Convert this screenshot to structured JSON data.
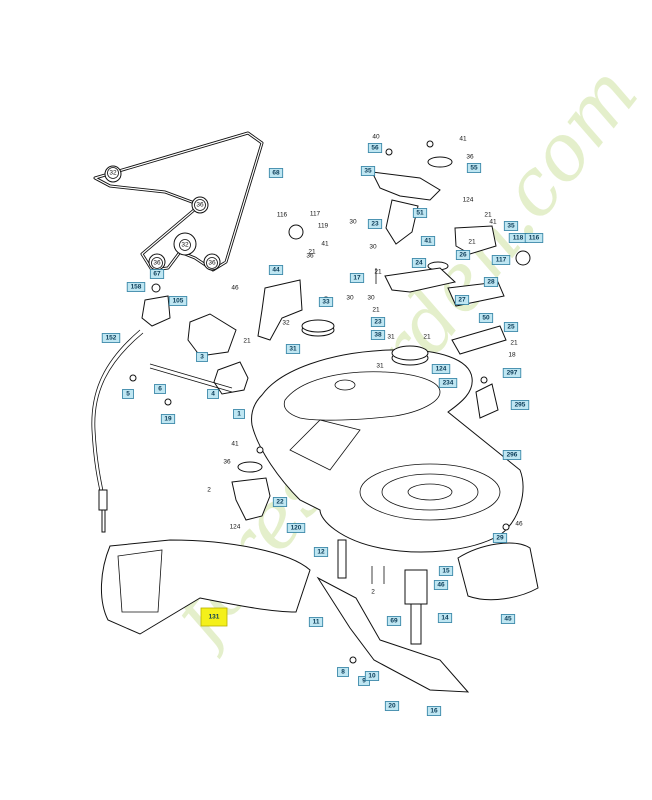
{
  "watermark": {
    "text": "forestgarden.com",
    "color": "#cfe3a2"
  },
  "callouts": [
    {
      "id": "c-68",
      "label": "68",
      "style": "blue"
    },
    {
      "id": "c-32a",
      "label": "32",
      "style": "round"
    },
    {
      "id": "c-36a",
      "label": "36",
      "style": "round"
    },
    {
      "id": "c-32b",
      "label": "32",
      "style": "round"
    },
    {
      "id": "c-36b",
      "label": "36",
      "style": "round"
    },
    {
      "id": "c-36c",
      "label": "36",
      "style": "round"
    },
    {
      "id": "c-67",
      "label": "67",
      "style": "blue"
    },
    {
      "id": "c-158",
      "label": "158",
      "style": "blue"
    },
    {
      "id": "c-105",
      "label": "105",
      "style": "blue"
    },
    {
      "id": "c-152",
      "label": "152",
      "style": "blue"
    },
    {
      "id": "c-3",
      "label": "3",
      "style": "blue"
    },
    {
      "id": "c-5",
      "label": "5",
      "style": "blue"
    },
    {
      "id": "c-6",
      "label": "6",
      "style": "blue"
    },
    {
      "id": "c-19",
      "label": "19",
      "style": "blue"
    },
    {
      "id": "c-4",
      "label": "4",
      "style": "blue"
    },
    {
      "id": "c-21a",
      "label": "21",
      "style": "plain"
    },
    {
      "id": "c-40",
      "label": "40",
      "style": "plain"
    },
    {
      "id": "c-56",
      "label": "56",
      "style": "blue"
    },
    {
      "id": "c-41a",
      "label": "41",
      "style": "plain"
    },
    {
      "id": "c-36d",
      "label": "36",
      "style": "plain"
    },
    {
      "id": "c-35a",
      "label": "35",
      "style": "blue"
    },
    {
      "id": "c-55",
      "label": "55",
      "style": "blue"
    },
    {
      "id": "c-124a",
      "label": "124",
      "style": "plain"
    },
    {
      "id": "c-51",
      "label": "51",
      "style": "blue"
    },
    {
      "id": "c-116a",
      "label": "116",
      "style": "plain"
    },
    {
      "id": "c-117a",
      "label": "117",
      "style": "plain"
    },
    {
      "id": "c-119",
      "label": "119",
      "style": "plain"
    },
    {
      "id": "c-30a",
      "label": "30",
      "style": "plain"
    },
    {
      "id": "c-23a",
      "label": "23",
      "style": "blue"
    },
    {
      "id": "c-41b",
      "label": "41",
      "style": "blue"
    },
    {
      "id": "c-21b",
      "label": "21",
      "style": "plain"
    },
    {
      "id": "c-35b",
      "label": "35",
      "style": "blue"
    },
    {
      "id": "c-41c",
      "label": "41",
      "style": "plain"
    },
    {
      "id": "c-21c",
      "label": "21",
      "style": "plain"
    },
    {
      "id": "c-118",
      "label": "118",
      "style": "blue"
    },
    {
      "id": "c-116b",
      "label": "116",
      "style": "blue"
    },
    {
      "id": "c-41d",
      "label": "41",
      "style": "plain"
    },
    {
      "id": "c-36e",
      "label": "36",
      "style": "plain"
    },
    {
      "id": "c-21d",
      "label": "21",
      "style": "plain"
    },
    {
      "id": "c-24",
      "label": "24",
      "style": "blue"
    },
    {
      "id": "c-26",
      "label": "26",
      "style": "blue"
    },
    {
      "id": "c-117b",
      "label": "117",
      "style": "blue"
    },
    {
      "id": "c-30b",
      "label": "30",
      "style": "plain"
    },
    {
      "id": "c-21e",
      "label": "21",
      "style": "plain"
    },
    {
      "id": "c-44",
      "label": "44",
      "style": "blue"
    },
    {
      "id": "c-17",
      "label": "17",
      "style": "blue"
    },
    {
      "id": "c-46a",
      "label": "46",
      "style": "plain"
    },
    {
      "id": "c-33",
      "label": "33",
      "style": "blue"
    },
    {
      "id": "c-30c",
      "label": "30",
      "style": "plain"
    },
    {
      "id": "c-30d",
      "label": "30",
      "style": "plain"
    },
    {
      "id": "c-28",
      "label": "28",
      "style": "blue"
    },
    {
      "id": "c-32c",
      "label": "32",
      "style": "plain"
    },
    {
      "id": "c-31a",
      "label": "31",
      "style": "blue"
    },
    {
      "id": "c-21f",
      "label": "21",
      "style": "plain"
    },
    {
      "id": "c-23b",
      "label": "23",
      "style": "blue"
    },
    {
      "id": "c-38",
      "label": "38",
      "style": "blue"
    },
    {
      "id": "c-27",
      "label": "27",
      "style": "blue"
    },
    {
      "id": "c-50",
      "label": "50",
      "style": "blue"
    },
    {
      "id": "c-25",
      "label": "25",
      "style": "blue"
    },
    {
      "id": "c-31b",
      "label": "31",
      "style": "plain"
    },
    {
      "id": "c-31c",
      "label": "31",
      "style": "plain"
    },
    {
      "id": "c-21g",
      "label": "21",
      "style": "plain"
    },
    {
      "id": "c-21h",
      "label": "21",
      "style": "plain"
    },
    {
      "id": "c-18",
      "label": "18",
      "style": "plain"
    },
    {
      "id": "c-124b",
      "label": "124",
      "style": "blue"
    },
    {
      "id": "c-234",
      "label": "234",
      "style": "blue"
    },
    {
      "id": "c-297",
      "label": "297",
      "style": "blue"
    },
    {
      "id": "c-295",
      "label": "295",
      "style": "blue"
    },
    {
      "id": "c-296",
      "label": "296",
      "style": "blue"
    },
    {
      "id": "c-1",
      "label": "1",
      "style": "blue"
    },
    {
      "id": "c-41e",
      "label": "41",
      "style": "plain"
    },
    {
      "id": "c-36f",
      "label": "36",
      "style": "plain"
    },
    {
      "id": "c-2a",
      "label": "2",
      "style": "plain"
    },
    {
      "id": "c-22",
      "label": "22",
      "style": "blue"
    },
    {
      "id": "c-124c",
      "label": "124",
      "style": "plain"
    },
    {
      "id": "c-120",
      "label": "120",
      "style": "blue"
    },
    {
      "id": "c-12",
      "label": "12",
      "style": "blue"
    },
    {
      "id": "c-2b",
      "label": "2",
      "style": "plain"
    },
    {
      "id": "c-46b",
      "label": "46",
      "style": "plain"
    },
    {
      "id": "c-29",
      "label": "29",
      "style": "blue"
    },
    {
      "id": "c-15",
      "label": "15",
      "style": "blue"
    },
    {
      "id": "c-46c",
      "label": "46",
      "style": "blue"
    },
    {
      "id": "c-14",
      "label": "14",
      "style": "blue"
    },
    {
      "id": "c-45",
      "label": "45",
      "style": "blue"
    },
    {
      "id": "c-11",
      "label": "11",
      "style": "blue"
    },
    {
      "id": "c-69",
      "label": "69",
      "style": "blue"
    },
    {
      "id": "c-131",
      "label": "131",
      "style": "yellow"
    },
    {
      "id": "c-8",
      "label": "8",
      "style": "blue"
    },
    {
      "id": "c-9",
      "label": "9",
      "style": "blue"
    },
    {
      "id": "c-10",
      "label": "10",
      "style": "blue"
    },
    {
      "id": "c-20",
      "label": "20",
      "style": "blue"
    },
    {
      "id": "c-16",
      "label": "16",
      "style": "blue"
    }
  ]
}
